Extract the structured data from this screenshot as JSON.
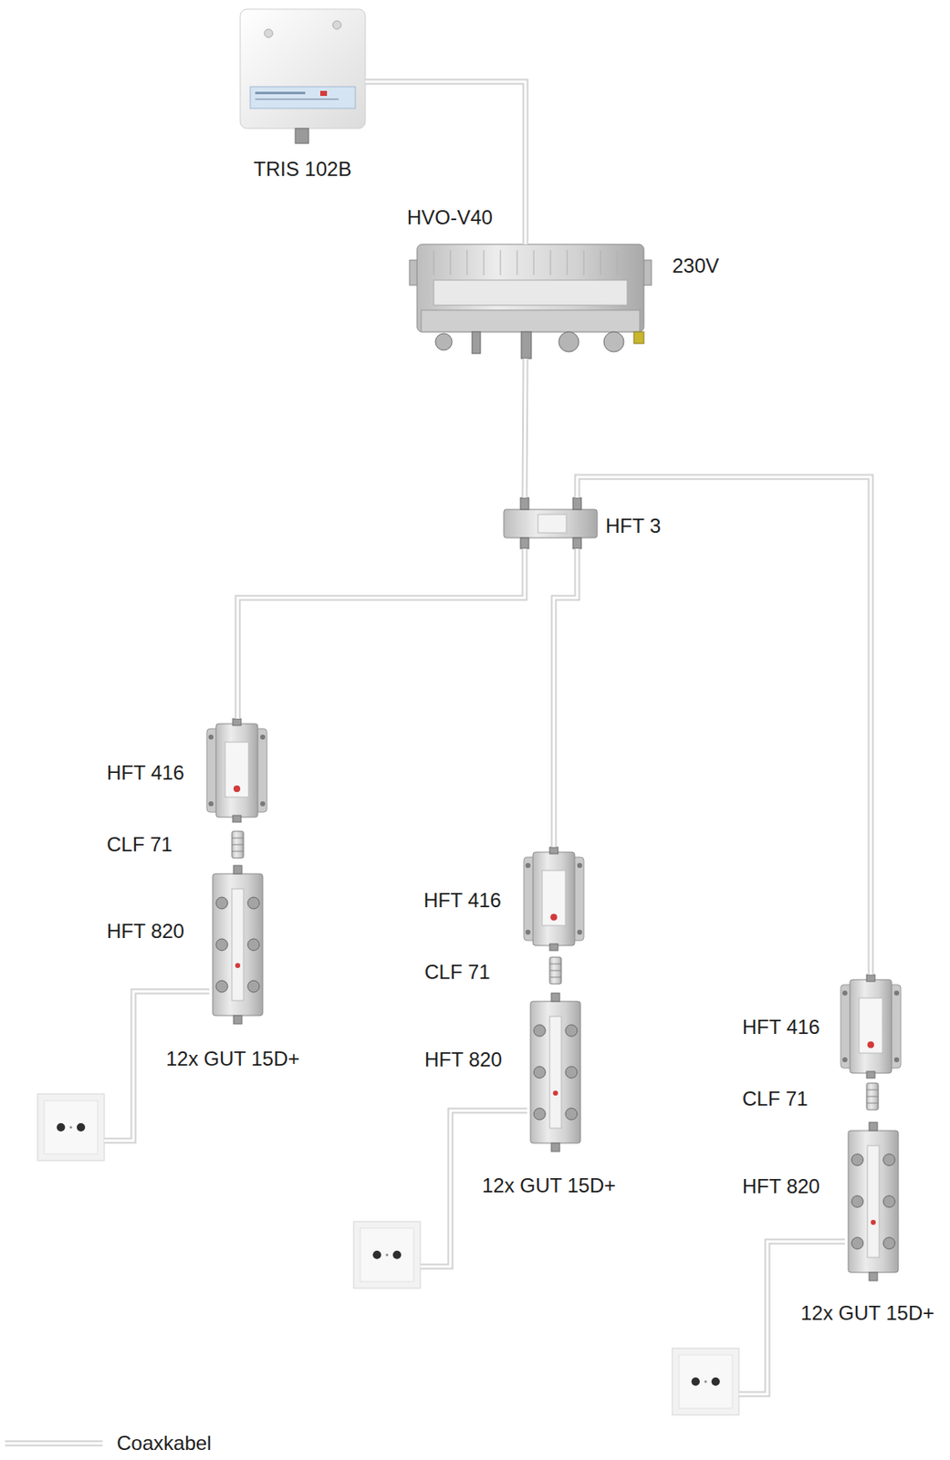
{
  "diagram": {
    "nodes": [
      {
        "text": [
          "TRIS 102B"
        ]
      },
      {
        "text": [
          "HVO-V40"
        ]
      },
      {
        "text": [
          "HFT 3"
        ]
      },
      {
        "text": [
          "HFT 416"
        ]
      },
      {
        "text": [
          "CLF 71"
        ]
      },
      {
        "text": [
          "HFT 820"
        ]
      },
      {
        "text": [
          "12x GUT 15D+"
        ]
      },
      {
        "text": [
          "HFT 416"
        ]
      },
      {
        "text": [
          "CLF 71"
        ]
      },
      {
        "text": [
          "HFT 820"
        ]
      },
      {
        "text": [
          "12x GUT 15D+"
        ]
      },
      {
        "text": [
          "HFT 416"
        ]
      },
      {
        "text": [
          "CLF 71"
        ]
      },
      {
        "text": [
          "HFT 820"
        ]
      },
      {
        "text": [
          "12x GUT 15D+"
        ]
      }
    ],
    "edges": [
      {
        "from": 0,
        "to": 1,
        "arrow": "none"
      },
      {
        "from": 1,
        "to": 2,
        "arrow": "none"
      },
      {
        "from": 2,
        "to": 3,
        "arrow": "none"
      },
      {
        "from": 2,
        "to": 7,
        "arrow": "none"
      },
      {
        "from": 2,
        "to": 11,
        "arrow": "none"
      },
      {
        "from": 5,
        "to": 6,
        "arrow": "none"
      },
      {
        "from": 9,
        "to": 10,
        "arrow": "none"
      },
      {
        "from": 13,
        "to": 14,
        "arrow": "none"
      }
    ],
    "labels": [
      "230V"
    ],
    "legend": [
      {
        "text": "Coaxkabel"
      }
    ]
  }
}
